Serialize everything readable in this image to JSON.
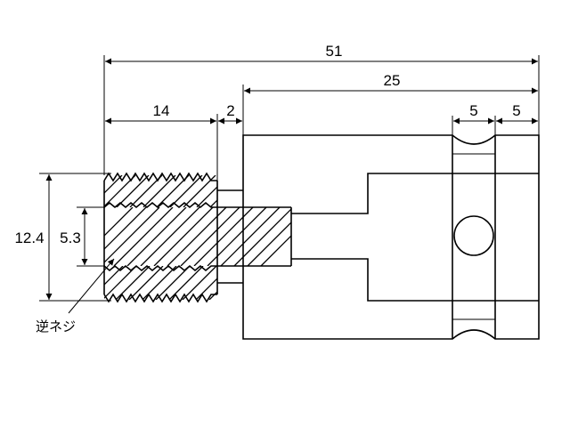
{
  "diagram": {
    "dimensions": {
      "overall_length": "51",
      "socket_length": "25",
      "thread_length": "14",
      "gap": "2",
      "groove_width_1": "5",
      "groove_width_2": "5",
      "outer_diameter": "12.4",
      "inner_diameter": "5.3"
    },
    "callout": {
      "text": "逆ネジ"
    }
  }
}
